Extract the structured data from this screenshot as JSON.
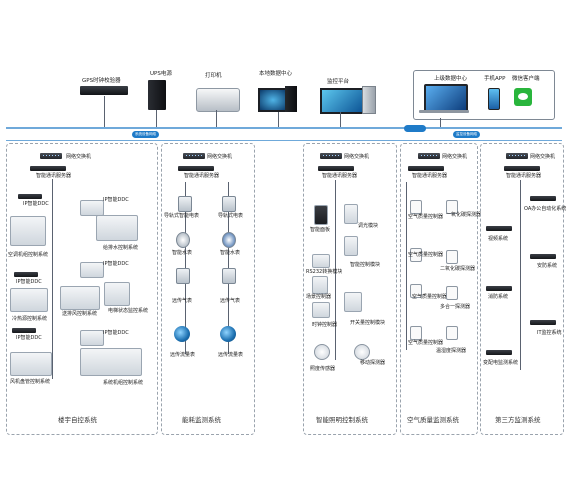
{
  "top": {
    "gps": "GPS时钟校验器",
    "ups": "UPS电源",
    "printer": "打印机",
    "local_center": "本地数据中心",
    "monitor": "监控平台",
    "upper_center": "上级数据中心",
    "phone_app": "手机APP",
    "wechat": "微信客户端",
    "cloud_left": "系统设备网络",
    "cloud_right": "监控设备网络"
  },
  "bas": {
    "switch": "网络交换机",
    "server": "智能通讯服务器",
    "ddc1": "IP智能DDC",
    "ddc2": "IP智能DDC",
    "ddc3": "IP智能DDC",
    "ddc4": "IP智能DDC",
    "ddc5": "IP智能DDC",
    "ddc6": "IP智能DDC",
    "ac": "空调机组控制系统",
    "water": "给排水控制系统",
    "fresh": "冷热源控制系统",
    "vent": "送排风控制系统",
    "elevator": "电梯状态监控系统",
    "fan": "风机盘管控制系统",
    "parking": "系统机组控制系统",
    "title": "楼宇自控系统"
  },
  "energy": {
    "switch": "网络交换机",
    "server": "智能通讯服务器",
    "e1": "导轨式智能电表",
    "e2": "导轨式电表",
    "w1": "智能水表",
    "w2": "智能水表",
    "g1": "远传气表",
    "g2": "远传气表",
    "f1": "远传流量表",
    "f2": "远传流量表",
    "title": "能耗监测系统"
  },
  "lighting": {
    "switch": "网络交换机",
    "server": "智能通讯服务器",
    "panel": "智能面板",
    "dimmer": "调光模块",
    "relay": "智能控制模块",
    "rs232": "RS232转换模块",
    "scene": "场景控制器",
    "timer": "时钟控制器",
    "switch_mod": "开关量控制模块",
    "illum": "照度传感器",
    "motion": "移动探测器",
    "title": "智能照明控制系统"
  },
  "air": {
    "switch": "网络交换机",
    "server": "智能通讯服务器",
    "c1": "空气质量控制器",
    "c2": "空气质量控制器",
    "c3": "空气质量控制器",
    "c4": "空气质量控制器",
    "s1": "一氧化碳探测器",
    "s2": "二氧化碳探测器",
    "s3": "多合一探测器",
    "s4": "温湿度探测器",
    "title": "空气质量监测系统"
  },
  "third": {
    "switch": "网络交换机",
    "server": "智能通讯服务器",
    "oa": "OA办公自动化系统",
    "video": "视频系统",
    "security": "安防系统",
    "fire": "消防系统",
    "it": "IT监控系统",
    "power": "变配电监测系统",
    "title": "第三方监测系统"
  }
}
